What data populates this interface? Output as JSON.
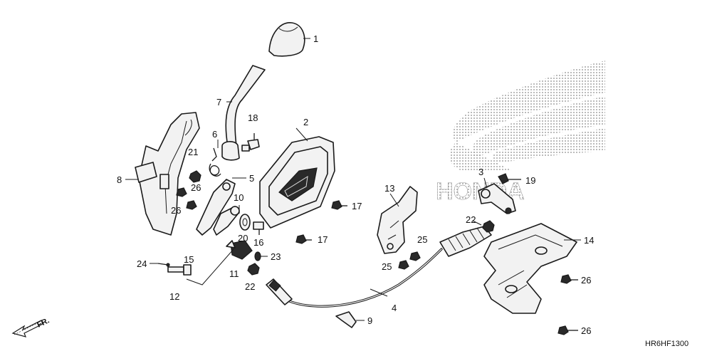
{
  "diagram": {
    "brand_logo_text": "HONDA",
    "direction_label": "FR.",
    "reference_code": "HR6HF1300",
    "callouts": {
      "c1": "1",
      "c2": "2",
      "c3": "3",
      "c4": "4",
      "c5": "5",
      "c6": "6",
      "c7": "7",
      "c8": "8",
      "c9": "9",
      "c10": "10",
      "c11": "11",
      "c12": "12",
      "c13": "13",
      "c14": "14",
      "c15": "15",
      "c16": "16",
      "c17a": "17",
      "c17b": "17",
      "c18": "18",
      "c19": "19",
      "c20": "20",
      "c21": "21",
      "c22a": "22",
      "c22b": "22",
      "c23": "23",
      "c24": "24",
      "c25a": "25",
      "c25b": "25",
      "c26a": "26",
      "c26b": "26",
      "c26c": "26",
      "c26d": "26"
    }
  }
}
